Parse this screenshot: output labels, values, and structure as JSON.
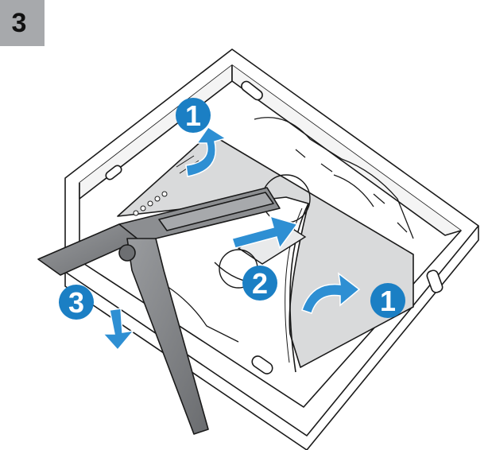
{
  "step_number": "3",
  "callouts": {
    "top_left": "1",
    "center": "2",
    "right": "1",
    "left": "3"
  },
  "colors": {
    "step_tab": "#a7a9ac",
    "callout_blue": "#1b7fc4",
    "arrow_blue": "#2e8fd3",
    "stand_gray": "#7d7f82",
    "panel_gray": "#d9dadb",
    "line": "#1a1a1a"
  },
  "icons": [
    "rotate-arrow-icon",
    "push-arrow-icon",
    "down-arrow-icon"
  ]
}
